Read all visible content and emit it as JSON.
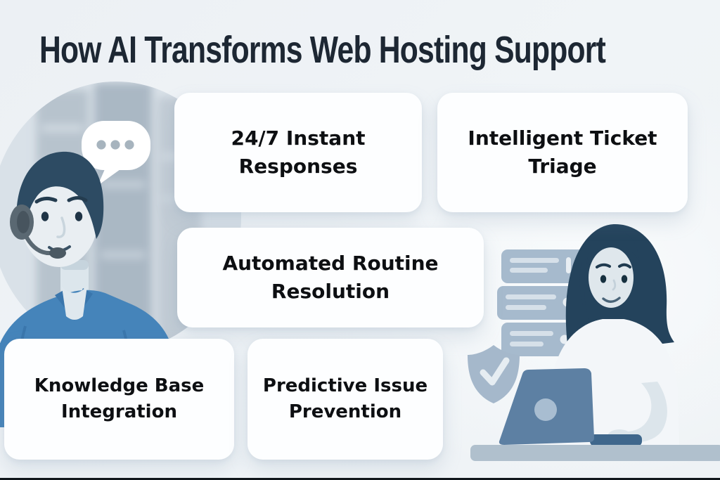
{
  "title": "How AI Transforms Web Hosting Support",
  "cards": [
    {
      "id": "instant-responses",
      "line1": "24/7 Instant",
      "line2": "Responses"
    },
    {
      "id": "ticket-triage",
      "line1": "Intelligent Ticket",
      "line2": "Triage"
    },
    {
      "id": "routine-resolution",
      "line1": "Automated Routine",
      "line2": "Resolution"
    },
    {
      "id": "knowledge-base",
      "line1": "Knowledge Base",
      "line2": "Integration"
    },
    {
      "id": "predictive-prevention",
      "line1": "Predictive Issue",
      "line2": "Prevention"
    }
  ],
  "illustrations": {
    "left": {
      "name": "support-agent-with-headset",
      "icons": [
        "chat-bubble-icon",
        "typing-dots-icon",
        "headset-icon",
        "server-room-backdrop"
      ]
    },
    "right": {
      "name": "woman-working-on-laptop",
      "icons": [
        "server-rack-icon",
        "shield-check-icon",
        "laptop-icon",
        "desk"
      ]
    }
  },
  "palette": {
    "background": "#eff3f6",
    "card_background": "#fdfeff",
    "title_color": "#1d2733",
    "card_text_color": "#0d0f12",
    "agent_shirt_blue": "#4584ba",
    "hair_navy": "#2d4b63",
    "skin_light": "#e8eef2",
    "illustration_slate": "#a6bacd",
    "laptop_blue": "#5d80a3",
    "desk_gray": "#b0c0cd",
    "bottom_bar": "#10161b"
  }
}
